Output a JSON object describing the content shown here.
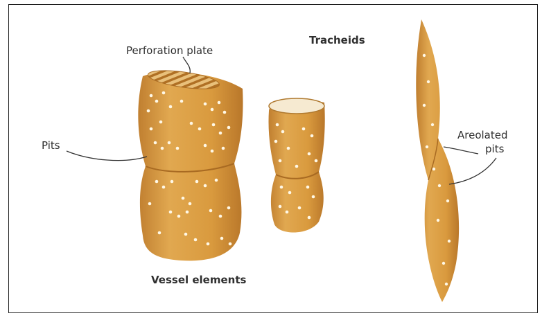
{
  "labels": {
    "tracheids": "Tracheids",
    "perforation_plate": "Perforation plate",
    "pits": "Pits",
    "areolated_line1": "Areolated",
    "areolated_line2": "pits",
    "vessel_elements": "Vessel elements"
  },
  "colors": {
    "cell_fill": "#d99a3e",
    "cell_shade": "#b9772a",
    "cell_highlight": "#e8b766",
    "pit": "#fff8e6",
    "leader_line": "#333333",
    "border": "#1e1e1e"
  }
}
